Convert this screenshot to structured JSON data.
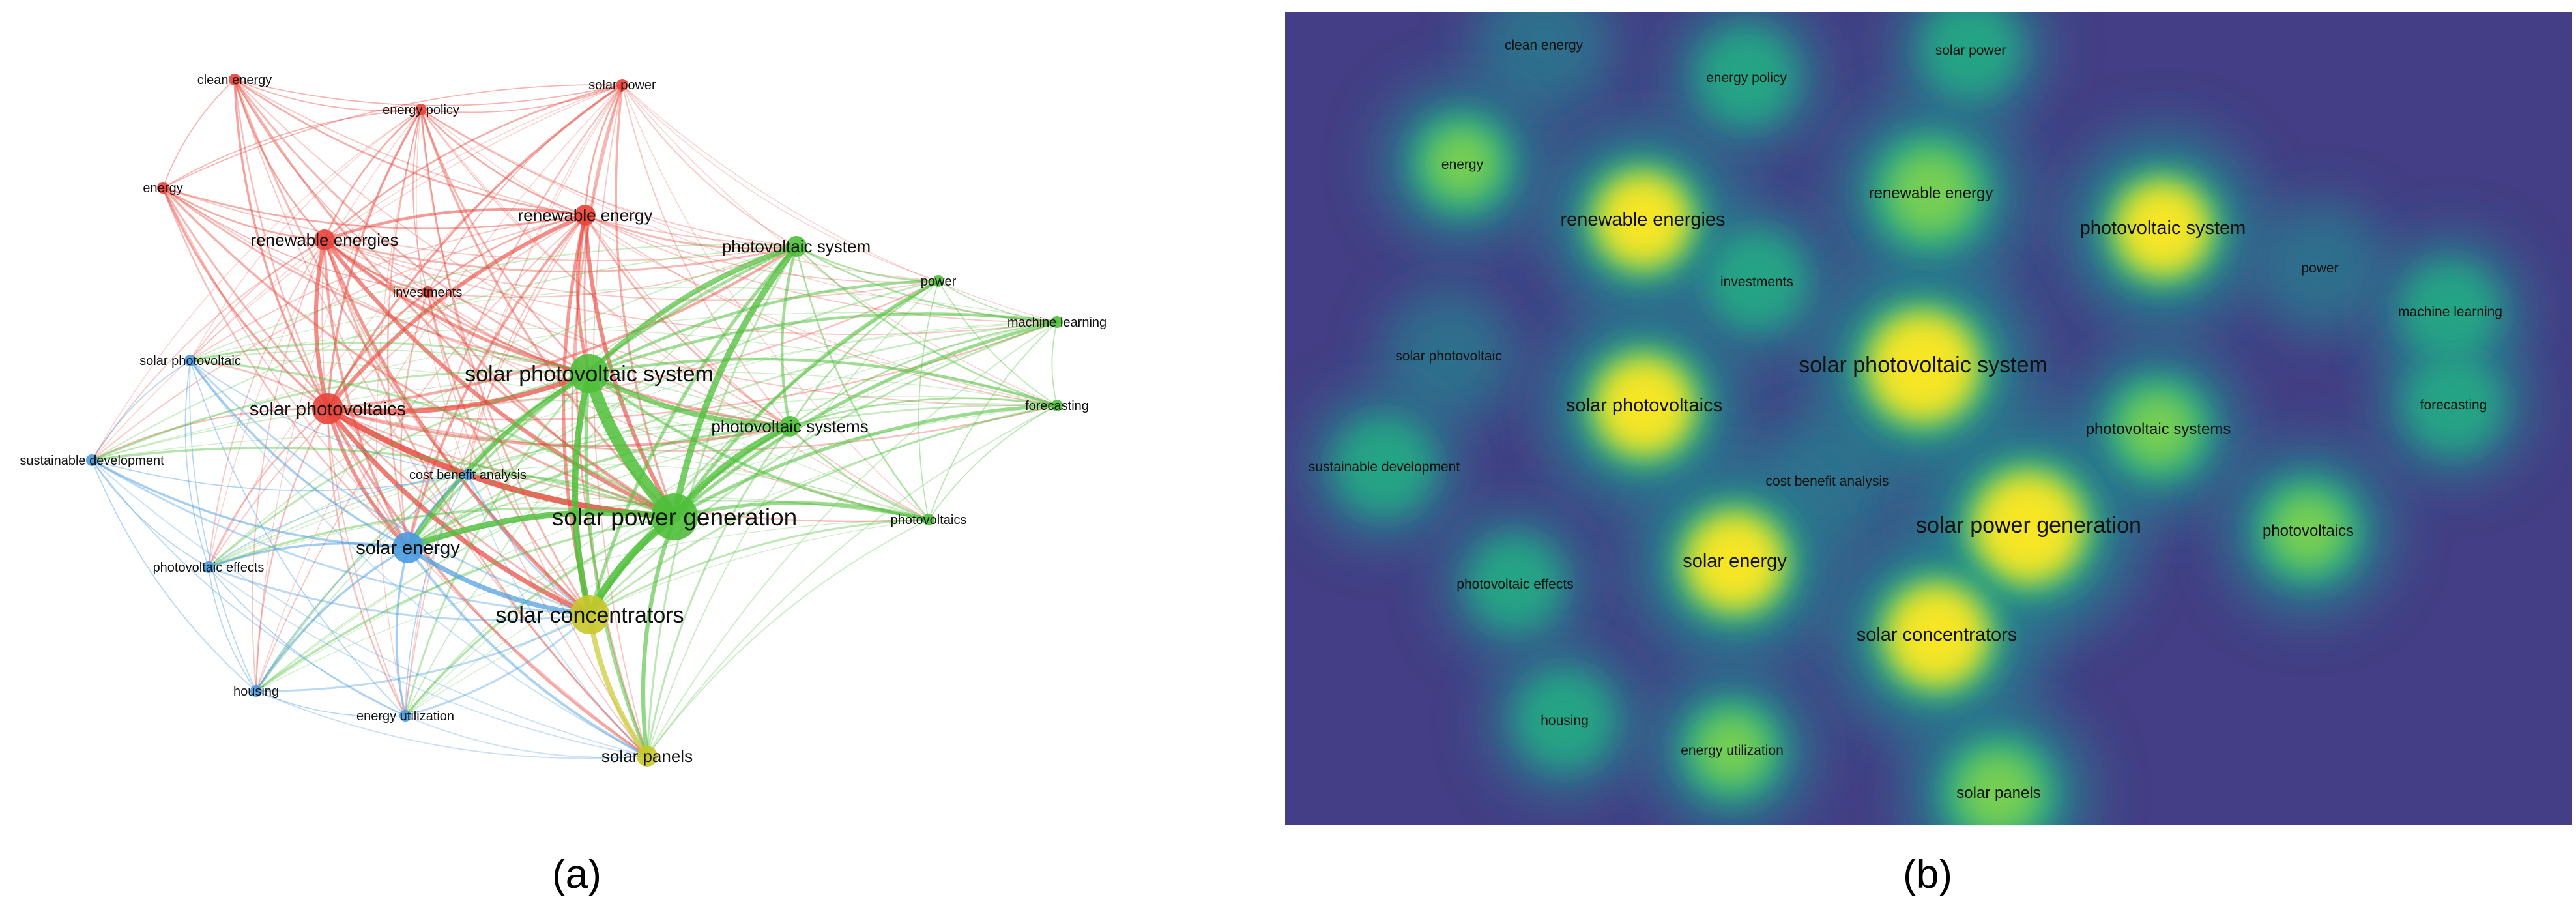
{
  "panel_a": {
    "caption": "(a)",
    "clusters": {
      "red": "#e8443a",
      "green": "#4fbf3a",
      "blue": "#4a9be0",
      "yellow": "#c8c82a"
    },
    "nodes": [
      {
        "id": "clean energy",
        "label": "clean energy",
        "cluster": "red",
        "weight": 1
      },
      {
        "id": "energy policy",
        "label": "energy policy",
        "cluster": "red",
        "weight": 1
      },
      {
        "id": "solar power",
        "label": "solar power",
        "cluster": "red",
        "weight": 1
      },
      {
        "id": "energy",
        "label": "energy",
        "cluster": "red",
        "weight": 1
      },
      {
        "id": "renewable energy",
        "label": "renewable energy",
        "cluster": "red",
        "weight": 2
      },
      {
        "id": "renewable energies",
        "label": "renewable energies",
        "cluster": "red",
        "weight": 2
      },
      {
        "id": "investments",
        "label": "investments",
        "cluster": "red",
        "weight": 1
      },
      {
        "id": "solar photovoltaics",
        "label": "solar photovoltaics",
        "cluster": "red",
        "weight": 3
      },
      {
        "id": "photovoltaic system",
        "label": "photovoltaic system",
        "cluster": "green",
        "weight": 2
      },
      {
        "id": "power",
        "label": "power",
        "cluster": "green",
        "weight": 1
      },
      {
        "id": "machine learning",
        "label": "machine learning",
        "cluster": "green",
        "weight": 1
      },
      {
        "id": "forecasting",
        "label": "forecasting",
        "cluster": "green",
        "weight": 1
      },
      {
        "id": "solar photovoltaic system",
        "label": "solar photovoltaic system",
        "cluster": "green",
        "weight": 4
      },
      {
        "id": "photovoltaic systems",
        "label": "photovoltaic systems",
        "cluster": "green",
        "weight": 2
      },
      {
        "id": "photovoltaics",
        "label": "photovoltaics",
        "cluster": "green",
        "weight": 1
      },
      {
        "id": "solar power generation",
        "label": "solar power generation",
        "cluster": "green",
        "weight": 5
      },
      {
        "id": "solar photovoltaic",
        "label": "solar photovoltaic",
        "cluster": "blue",
        "weight": 1
      },
      {
        "id": "sustainable development",
        "label": "sustainable development",
        "cluster": "blue",
        "weight": 1
      },
      {
        "id": "cost benefit analysis",
        "label": "cost benefit analysis",
        "cluster": "blue",
        "weight": 1
      },
      {
        "id": "solar energy",
        "label": "solar energy",
        "cluster": "blue",
        "weight": 3
      },
      {
        "id": "photovoltaic effects",
        "label": "photovoltaic effects",
        "cluster": "blue",
        "weight": 1
      },
      {
        "id": "housing",
        "label": "housing",
        "cluster": "blue",
        "weight": 1
      },
      {
        "id": "energy utilization",
        "label": "energy utilization",
        "cluster": "blue",
        "weight": 1
      },
      {
        "id": "solar concentrators",
        "label": "solar concentrators",
        "cluster": "yellow",
        "weight": 4
      },
      {
        "id": "solar panels",
        "label": "solar panels",
        "cluster": "yellow",
        "weight": 2
      }
    ]
  },
  "panel_b": {
    "caption": "(b)",
    "colormap": [
      "#433e85",
      "#2a788e",
      "#22a884",
      "#7ad151",
      "#fde725"
    ],
    "density": [
      {
        "label": "clean energy",
        "density": 0.35
      },
      {
        "label": "energy policy",
        "density": 0.45
      },
      {
        "label": "solar power",
        "density": 0.45
      },
      {
        "label": "energy",
        "density": 0.55
      },
      {
        "label": "renewable energy",
        "density": 0.75
      },
      {
        "label": "renewable energies",
        "density": 0.8
      },
      {
        "label": "investments",
        "density": 0.45
      },
      {
        "label": "photovoltaic system",
        "density": 0.8
      },
      {
        "label": "power",
        "density": 0.3
      },
      {
        "label": "machine learning",
        "density": 0.45
      },
      {
        "label": "forecasting",
        "density": 0.45
      },
      {
        "label": "solar photovoltaic",
        "density": 0.3
      },
      {
        "label": "solar photovoltaic system",
        "density": 1.0
      },
      {
        "label": "solar photovoltaics",
        "density": 0.85
      },
      {
        "label": "photovoltaic systems",
        "density": 0.6
      },
      {
        "label": "sustainable development",
        "density": 0.45
      },
      {
        "label": "cost benefit analysis",
        "density": 0.35
      },
      {
        "label": "solar power generation",
        "density": 1.0
      },
      {
        "label": "photovoltaics",
        "density": 0.6
      },
      {
        "label": "solar energy",
        "density": 0.85
      },
      {
        "label": "photovoltaic effects",
        "density": 0.4
      },
      {
        "label": "solar concentrators",
        "density": 0.9
      },
      {
        "label": "housing",
        "density": 0.45
      },
      {
        "label": "energy utilization",
        "density": 0.55
      },
      {
        "label": "solar panels",
        "density": 0.7
      }
    ]
  }
}
